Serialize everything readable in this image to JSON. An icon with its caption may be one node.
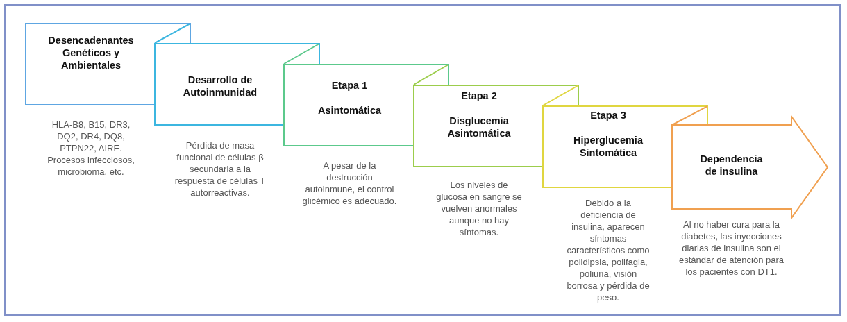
{
  "diagram": {
    "nodes": [
      {
        "text": [
          "Desencadenantes Genéticos y Ambientales"
        ],
        "beside": [
          "HLA-B8, B15, DR3, DQ2, DR4, DQ8, PTPN22, AIRE. Procesos infecciosos, microbioma, etc."
        ]
      },
      {
        "text": [
          "Desarrollo de Autoinmunidad"
        ],
        "beside": [
          "Pérdida de masa funcional de células β secundaria a la respuesta de células T autorreactivas."
        ]
      },
      {
        "text": [
          "Etapa 1",
          "Asintomática"
        ],
        "beside": [
          "A pesar de la destrucción autoinmune, el control glicémico es adecuado."
        ]
      },
      {
        "text": [
          "Etapa 2",
          "Disglucemia Asintomática"
        ],
        "beside": [
          "Los niveles de glucosa en sangre se vuelven anormales aunque no hay síntomas."
        ]
      },
      {
        "text": [
          "Etapa 3",
          "Hiperglucemia Sintomática"
        ],
        "beside": [
          "Debido a la deficiencia de insulina, aparecen síntomas característicos como polidipsia, polifagia, poliuria, visión borrosa y pérdida de peso."
        ]
      },
      {
        "text": [
          "Dependencia de insulina"
        ],
        "beside": [
          "Al no haber cura para la diabetes, las inyecciones diarias de insulina son el estándar de atención para los pacientes con DT1."
        ]
      }
    ]
  }
}
